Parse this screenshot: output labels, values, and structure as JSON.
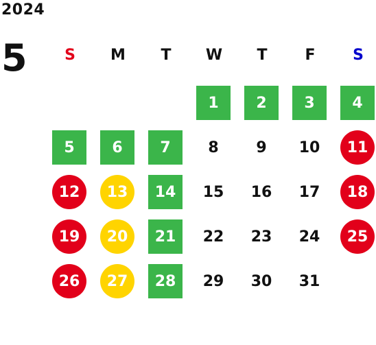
{
  "year": "2024",
  "month": "5",
  "weekdays": [
    {
      "label": "S",
      "color": "#e2001a"
    },
    {
      "label": "M",
      "color": "#111111"
    },
    {
      "label": "T",
      "color": "#111111"
    },
    {
      "label": "W",
      "color": "#111111"
    },
    {
      "label": "T",
      "color": "#111111"
    },
    {
      "label": "F",
      "color": "#111111"
    },
    {
      "label": "S",
      "color": "#0000cc"
    }
  ],
  "colors": {
    "green": "#3bb54a",
    "red": "#e2001a",
    "yellow": "#ffd400"
  },
  "days": [
    {
      "day": "1",
      "style": "green"
    },
    {
      "day": "2",
      "style": "green"
    },
    {
      "day": "3",
      "style": "green"
    },
    {
      "day": "4",
      "style": "green"
    },
    {
      "day": "5",
      "style": "green"
    },
    {
      "day": "6",
      "style": "green"
    },
    {
      "day": "7",
      "style": "green"
    },
    {
      "day": "8",
      "style": "plain"
    },
    {
      "day": "9",
      "style": "plain"
    },
    {
      "day": "10",
      "style": "plain"
    },
    {
      "day": "11",
      "style": "red"
    },
    {
      "day": "12",
      "style": "red"
    },
    {
      "day": "13",
      "style": "yellow"
    },
    {
      "day": "14",
      "style": "green"
    },
    {
      "day": "15",
      "style": "plain"
    },
    {
      "day": "16",
      "style": "plain"
    },
    {
      "day": "17",
      "style": "plain"
    },
    {
      "day": "18",
      "style": "red"
    },
    {
      "day": "19",
      "style": "red"
    },
    {
      "day": "20",
      "style": "yellow"
    },
    {
      "day": "21",
      "style": "green"
    },
    {
      "day": "22",
      "style": "plain"
    },
    {
      "day": "23",
      "style": "plain"
    },
    {
      "day": "24",
      "style": "plain"
    },
    {
      "day": "25",
      "style": "red"
    },
    {
      "day": "26",
      "style": "red"
    },
    {
      "day": "27",
      "style": "yellow"
    },
    {
      "day": "28",
      "style": "green"
    },
    {
      "day": "29",
      "style": "plain"
    },
    {
      "day": "30",
      "style": "plain"
    },
    {
      "day": "31",
      "style": "plain"
    }
  ]
}
